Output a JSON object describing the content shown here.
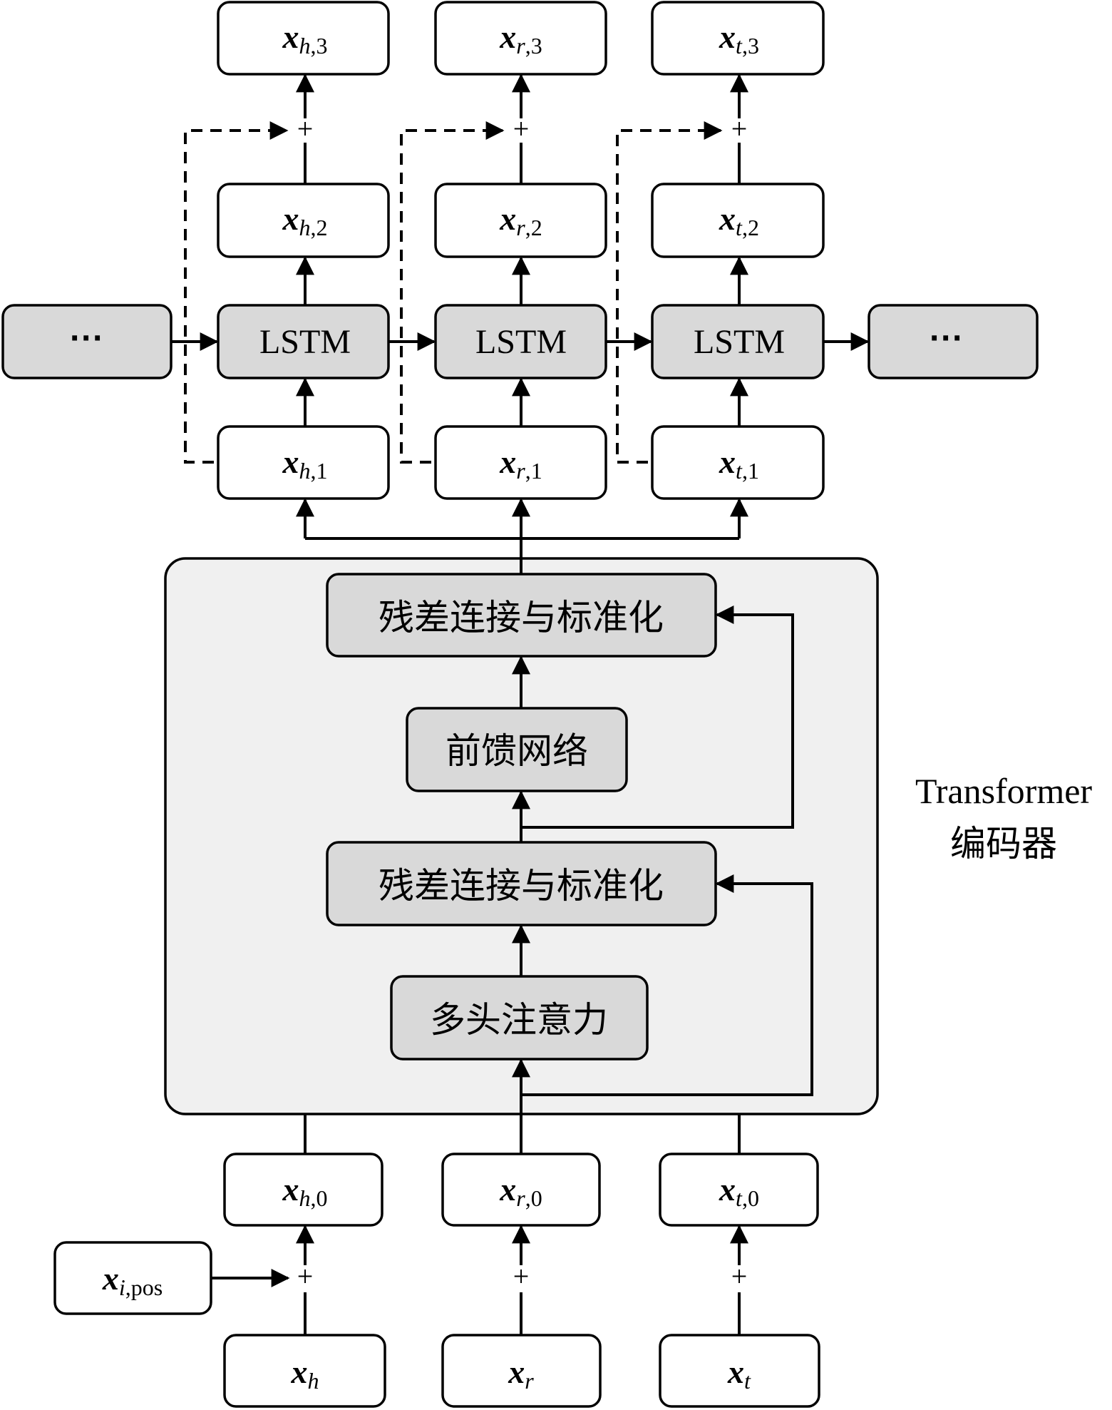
{
  "nodes": {
    "x_h3": {
      "main": "x",
      "sub": "h",
      "idx": ",3"
    },
    "x_r3": {
      "main": "x",
      "sub": "r",
      "idx": ",3"
    },
    "x_t3": {
      "main": "x",
      "sub": "t",
      "idx": ",3"
    },
    "x_h2": {
      "main": "x",
      "sub": "h",
      "idx": ",2"
    },
    "x_r2": {
      "main": "x",
      "sub": "r",
      "idx": ",2"
    },
    "x_t2": {
      "main": "x",
      "sub": "t",
      "idx": ",2"
    },
    "x_h1": {
      "main": "x",
      "sub": "h",
      "idx": ",1"
    },
    "x_r1": {
      "main": "x",
      "sub": "r",
      "idx": ",1"
    },
    "x_t1": {
      "main": "x",
      "sub": "t",
      "idx": ",1"
    },
    "x_h0": {
      "main": "x",
      "sub": "h",
      "idx": ",0"
    },
    "x_r0": {
      "main": "x",
      "sub": "r",
      "idx": ",0"
    },
    "x_t0": {
      "main": "x",
      "sub": "t",
      "idx": ",0"
    },
    "x_h": {
      "main": "x",
      "sub": "h",
      "idx": ""
    },
    "x_r": {
      "main": "x",
      "sub": "r",
      "idx": ""
    },
    "x_t": {
      "main": "x",
      "sub": "t",
      "idx": ""
    },
    "x_pos": {
      "main": "x",
      "sub": "i",
      "idx": ",pos"
    }
  },
  "lstm": {
    "label": "LSTM",
    "ellipsis": "···"
  },
  "encoder": {
    "residual_norm_top": "残差连接与标准化",
    "feed_forward": "前馈网络",
    "residual_norm_bottom": "残差连接与标准化",
    "multi_head_attention": "多头注意力",
    "label_line1": "Transformer",
    "label_line2": "编码器"
  },
  "plus": "+"
}
